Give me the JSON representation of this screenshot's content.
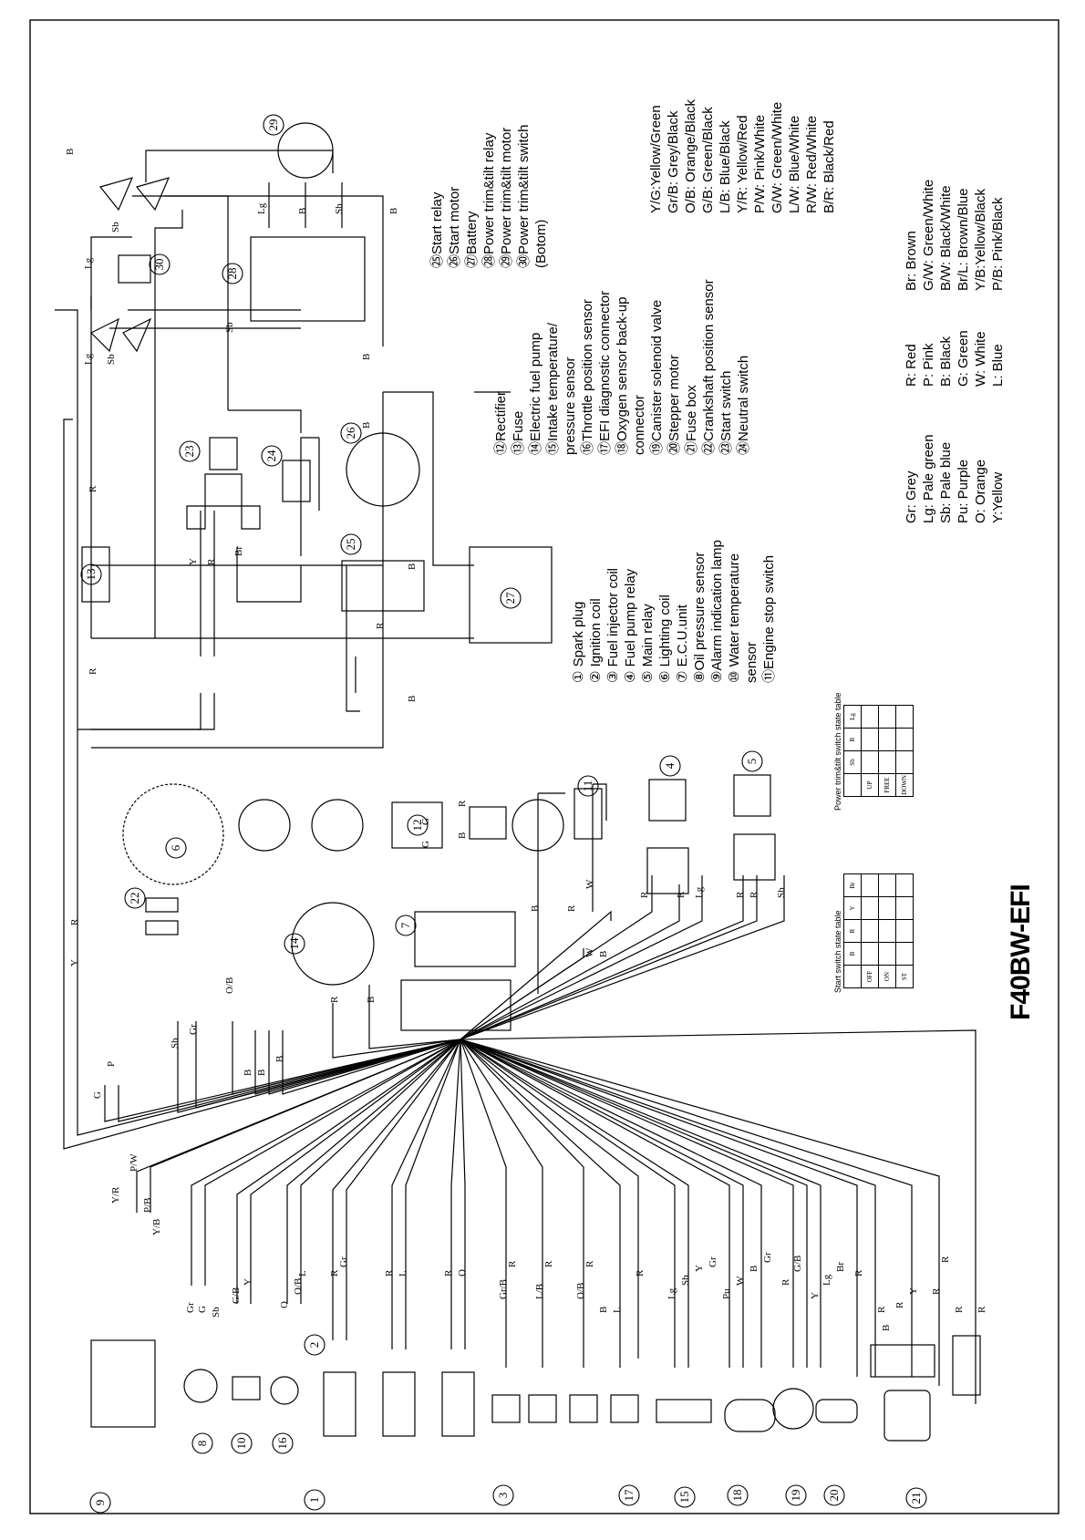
{
  "title": "F40BW-EFI",
  "components_a": [
    "① Spark plug",
    "② Ignition coil",
    "③ Fuel injector coil",
    "④ Fuel pump relay",
    "⑤ Main relay",
    "⑥ Lighting coil",
    "⑦ E.C.U.unit",
    "⑧Oil pressure sensor",
    "⑨Alarm indication lamp",
    "⑩ Water temperature",
    "sensor",
    "⑪Engine stop switch"
  ],
  "components_b": [
    "⑫Rectifier",
    "⑬Fuse",
    "⑭Electric fuel pump",
    "⑮Intake temperature/",
    "pressure sensor",
    "⑯Throttle position sensor",
    "⑰EFI diagnostic connector",
    "⑱Oxygen sensor back-up",
    "connector",
    "⑲Canister solenoid valve",
    "⑳Stepper motor",
    "㉑Fuse box",
    "㉒Crankshaft position sensor",
    "㉓Start switch",
    "㉔Neutral switch"
  ],
  "components_c": [
    "㉕Start relay",
    "㉖Start motor",
    "㉗Battery",
    "㉘Power trim&tilt relay",
    "㉙Power trim&tilt motor",
    "㉚Power trim&tilt switch",
    "(Botom)"
  ],
  "colors_compound": [
    "Y/G:Yellow/Green",
    "Gr/B: Grey/Black",
    "O/B: Orange/Black",
    "G/B: Green/Black",
    "L/B: Blue/Black",
    "Y/R: Yellow/Red",
    "P/W: Pink/White",
    "G/W: Green/White",
    "L/W: Blue/White",
    "R/W: Red/White",
    "B/R: Black/Red"
  ],
  "colors_a": [
    "Gr: Grey",
    "Lg: Pale green",
    "Sb: Pale blue",
    "Pu: Purple",
    "O: Orange",
    "Y:Yellow"
  ],
  "colors_b": [
    "R: Red",
    "P: Pink",
    "B: Black",
    "G: Green",
    "W: White",
    "L: Blue"
  ],
  "colors_c": [
    "Br: Brown",
    "G/W: Green/White",
    "B/W: Black/White",
    "Br/L: Brown/Blue",
    "Y/B:Yellow/Black",
    "P/B: Pink/Black"
  ],
  "start_table": {
    "caption": "Start switch state table",
    "headers": [
      "",
      "B",
      "R",
      "Y",
      "Br"
    ],
    "rows": [
      "OFF",
      "ON",
      "ST"
    ]
  },
  "trim_table": {
    "caption": "Power trim&tilt switch state table",
    "headers": [
      "",
      "Sb",
      "R",
      "Lg"
    ],
    "rows": [
      "UP",
      "FREE",
      "DOWN"
    ]
  },
  "wire_labels": [
    "R",
    "B",
    "Y",
    "G",
    "Gr",
    "Sb",
    "O/B",
    "Lg",
    "W",
    "Br",
    "P/W",
    "Y/R",
    "P/B",
    "Y/B",
    "G/B",
    "L/B",
    "Gr/B",
    "Pu",
    "L",
    "O"
  ],
  "numbers": [
    "1",
    "2",
    "3",
    "4",
    "5",
    "6",
    "7",
    "8",
    "9",
    "10",
    "11",
    "12",
    "13",
    "14",
    "15",
    "16",
    "17",
    "18",
    "19",
    "20",
    "21",
    "22",
    "23",
    "24",
    "25",
    "26",
    "27",
    "28",
    "29",
    "30"
  ]
}
